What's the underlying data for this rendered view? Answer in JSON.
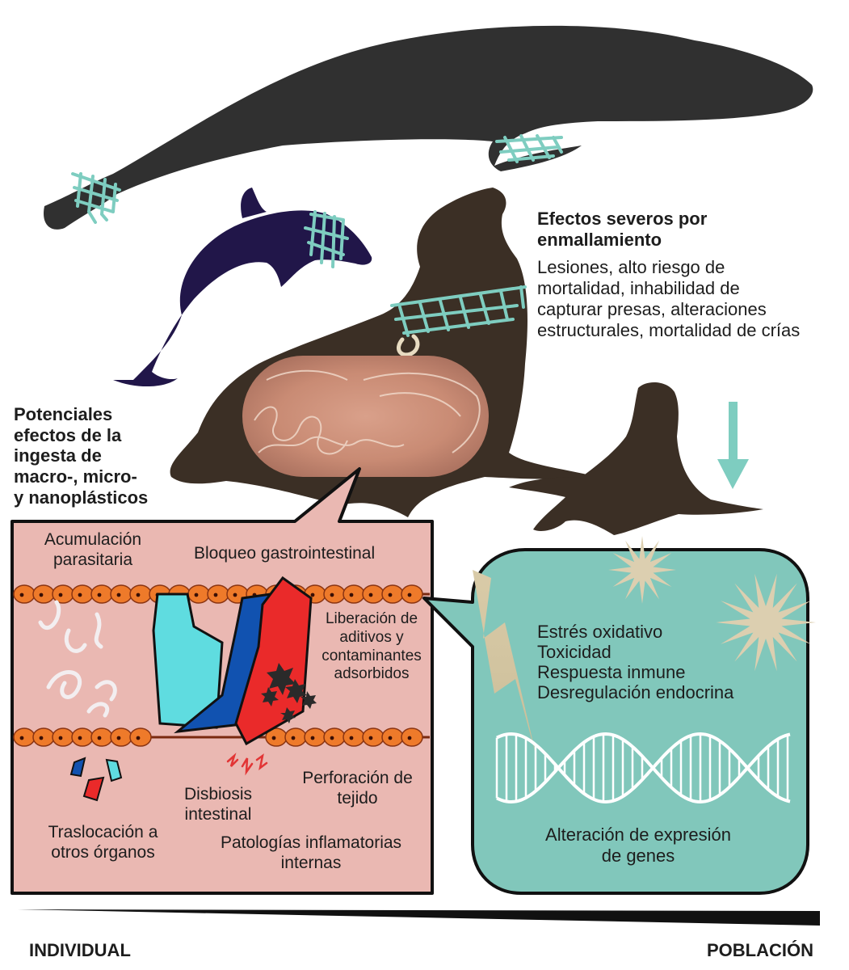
{
  "entanglement": {
    "title_lines": [
      "Efectos severos por",
      "enmallamiento"
    ],
    "body_lines": [
      "Lesiones, alto riesgo de",
      "mortalidad, inhabilidad de",
      "capturar presas, alteraciones",
      "estructurales, mortalidad de crías"
    ]
  },
  "ingestion": {
    "title_lines": [
      "Potenciales",
      "efectos de la",
      "ingesta de",
      "macro-, micro-",
      "y nanoplásticos"
    ]
  },
  "gut_panel": {
    "parasites_lines": [
      "Acumulación",
      "parasitaria"
    ],
    "blockage": "Bloqueo gastrointestinal",
    "release_lines": [
      "Liberación de",
      "aditivos y",
      "contaminantes",
      "adsorbidos"
    ],
    "dysbiosis_lines": [
      "Disbiosis",
      "intestinal"
    ],
    "perforation_lines": [
      "Perforación de",
      "tejido"
    ],
    "translocation_lines": [
      "Traslocación a",
      "otros órganos"
    ],
    "inflammation_lines": [
      "Patologías inflamatorias",
      "internas"
    ]
  },
  "cell_panel": {
    "effects": [
      "Estrés oxidativo",
      "Toxicidad",
      "Respuesta inmune",
      "Desregulación endocrina"
    ],
    "gene_lines": [
      "Alteración de expresión",
      "de genes"
    ]
  },
  "scale": {
    "left_label": "INDIVIDUAL",
    "right_label": "POBLACIÓN"
  },
  "colors": {
    "whale": "#303030",
    "dolphin": "#211649",
    "sea_lion": "#3b2f25",
    "net": "#7ecdc0",
    "gut_panel": "#eab8b2",
    "cell_panel": "#81c7bb",
    "arrow": "#7ecdc0"
  }
}
